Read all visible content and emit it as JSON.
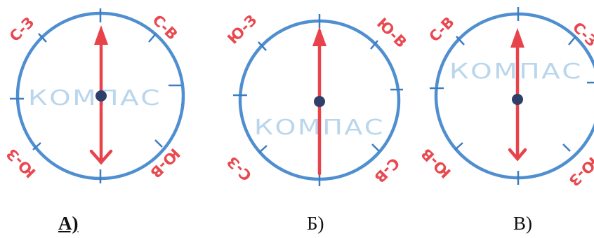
{
  "compasses": [
    {
      "id": "a",
      "caption": "А)",
      "word": "КОМПАС",
      "labels": {
        "nw": "С-З",
        "ne": "С-В",
        "sw": "Ю-З",
        "se": "Ю-В"
      }
    },
    {
      "id": "b",
      "caption": "Б)",
      "word": "КОМПАС",
      "labels": {
        "nw": "Ю-З",
        "ne": "Ю-В",
        "sw": "С-З",
        "se": "С-В"
      }
    },
    {
      "id": "c",
      "caption": "В)",
      "word": "КОМПАС",
      "labels": {
        "nw": "С-В",
        "ne": "С-З",
        "sw": "Ю-В",
        "se": "Ю-З"
      }
    }
  ],
  "colors": {
    "ring": "#4f8fd0",
    "needle": "#e8434b",
    "label": "#e9484f",
    "word": "#b9d6ec"
  }
}
